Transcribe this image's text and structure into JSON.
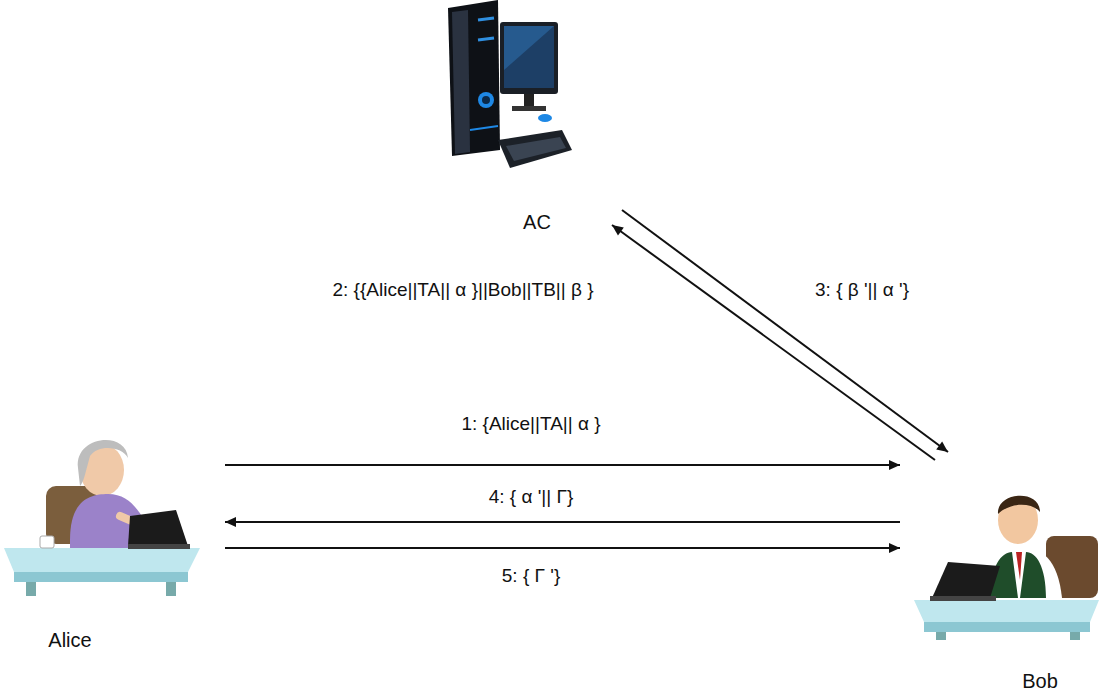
{
  "diagram": {
    "nodes": [
      {
        "text": [
          "AC"
        ]
      },
      {
        "text": [
          "Alice"
        ]
      },
      {
        "text": [
          "Bob"
        ]
      }
    ],
    "edges": [
      {
        "from": 1,
        "to": 2,
        "arrow": "to",
        "label": "1: {Alice||TA|| α }"
      },
      {
        "from": 2,
        "to": 0,
        "arrow": "to",
        "label": "2: {{Alice||TA|| α }||Bob||TB|| β }"
      },
      {
        "from": 0,
        "to": 2,
        "arrow": "to",
        "label": "3: { β '|| α '}"
      },
      {
        "from": 2,
        "to": 1,
        "arrow": "to",
        "label": "4: { α '|| Γ}"
      },
      {
        "from": 1,
        "to": 2,
        "arrow": "to",
        "label": "5: { Γ '}"
      }
    ]
  }
}
